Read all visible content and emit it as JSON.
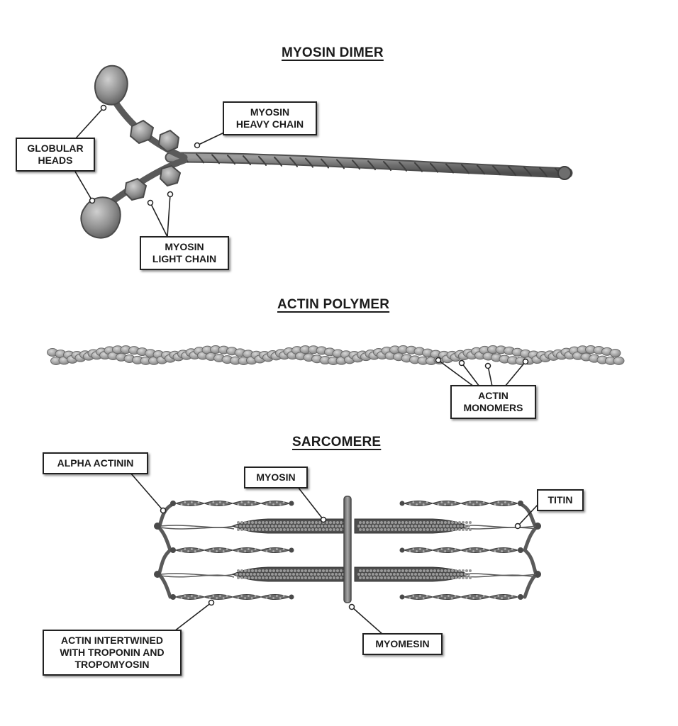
{
  "sections": {
    "myosin_dimer": {
      "title": "MYOSIN DIMER",
      "labels": {
        "globular_heads": [
          "GLOBULAR",
          "HEADS"
        ],
        "heavy_chain": [
          "MYOSIN",
          "HEAVY CHAIN"
        ],
        "light_chain": [
          "MYOSIN",
          "LIGHT CHAIN"
        ]
      }
    },
    "actin_polymer": {
      "title": "ACTIN POLYMER",
      "labels": {
        "monomers": [
          "ACTIN",
          "MONOMERS"
        ]
      }
    },
    "sarcomere": {
      "title": "SARCOMERE",
      "labels": {
        "alpha_actinin": [
          "ALPHA ACTININ"
        ],
        "myosin": [
          "MYOSIN"
        ],
        "titin": [
          "TITIN"
        ],
        "actin_intertwined": [
          "ACTIN INTERTWINED",
          "WITH TROPONIN AND",
          "TROPOMYOSIN"
        ],
        "myomesin": [
          "MYOMESIN"
        ]
      }
    }
  },
  "colors": {
    "ink": "#1b1b1b",
    "protein_dark": "#5a5a5a",
    "protein_mid": "#8c8c8c",
    "protein_light": "#c2c2c2"
  }
}
